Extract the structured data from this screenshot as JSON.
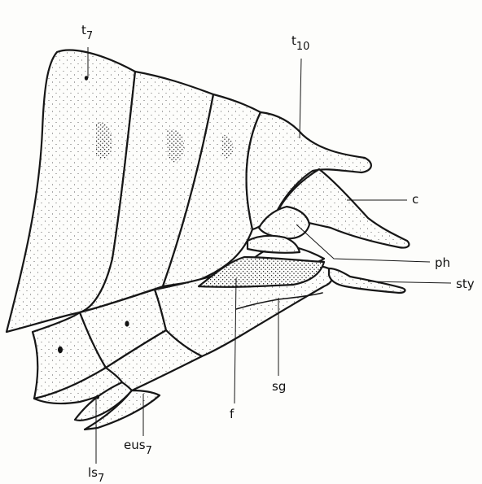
{
  "figure": {
    "background": "#fdfdfb",
    "ink": "#161616"
  },
  "labels": {
    "t7": {
      "base": "t",
      "sub": "7"
    },
    "t10": {
      "base": "t",
      "sub": "10"
    },
    "c": {
      "base": "c",
      "sub": ""
    },
    "ph": {
      "base": "ph",
      "sub": ""
    },
    "sty": {
      "base": "sty",
      "sub": ""
    },
    "sg": {
      "base": "sg",
      "sub": ""
    },
    "f": {
      "base": "f",
      "sub": ""
    },
    "eus7": {
      "base": "eus",
      "sub": "7"
    },
    "ls7": {
      "base": "ls",
      "sub": "7"
    }
  }
}
